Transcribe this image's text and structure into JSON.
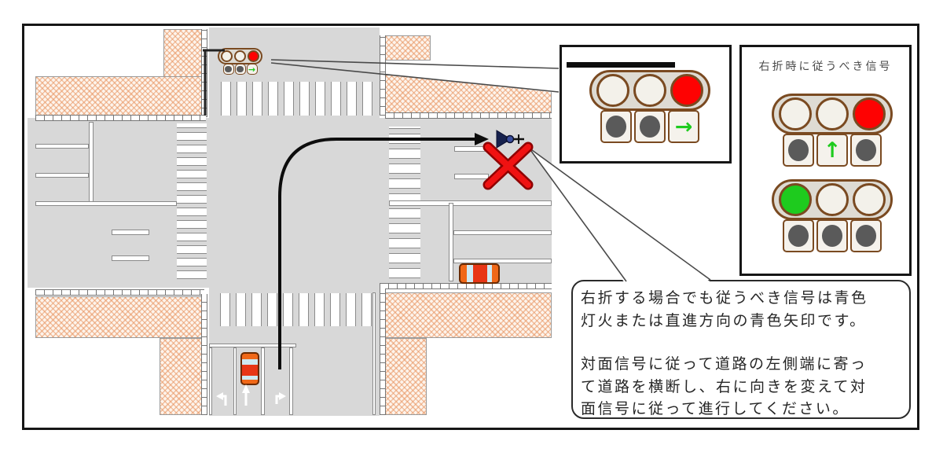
{
  "legend_box": {
    "title": "右折時に従うべき信号"
  },
  "note_box": {
    "p1": "右折する場合でも従うべき信号は青色\n灯火または直進方向の青色矢印です。",
    "p2": "対面信号に従って道路の左側端に寄っ\nて道路を横断し、右に向きを変えて対\n面信号に従って進行してください。"
  },
  "signals": {
    "map_signal": {
      "main": [
        "off",
        "off",
        "red"
      ],
      "arrows": [
        "off",
        "off",
        "green-right"
      ]
    },
    "magnified_signal": {
      "main": [
        "off",
        "off",
        "red"
      ],
      "arrows": [
        "off",
        "off",
        "green-right"
      ]
    },
    "legend_signal_top": {
      "main": [
        "off",
        "off",
        "red"
      ],
      "arrows": [
        "off",
        "green-up",
        "off"
      ]
    },
    "legend_signal_bottom": {
      "main": [
        "green",
        "off",
        "off"
      ],
      "arrows": [
        "off",
        "off",
        "off"
      ]
    }
  },
  "icons": {
    "x_mark": "prohibited-x-icon",
    "moped": "moped-icon",
    "path_arrow": "right-turn-path-arrow",
    "lane_arrows": [
      "left-turn-lane-arrow",
      "straight-lane-arrow",
      "right-turn-lane-arrow"
    ]
  },
  "colors": {
    "red_light": "#fe0202",
    "green_light": "#1ecb1e",
    "frame": "#7a4a21",
    "road": "#d8d8d8",
    "x_mark": "#f01212",
    "x_mark_edge": "#8f0000",
    "car": "#f06818",
    "hatch_line": "#e89460"
  }
}
